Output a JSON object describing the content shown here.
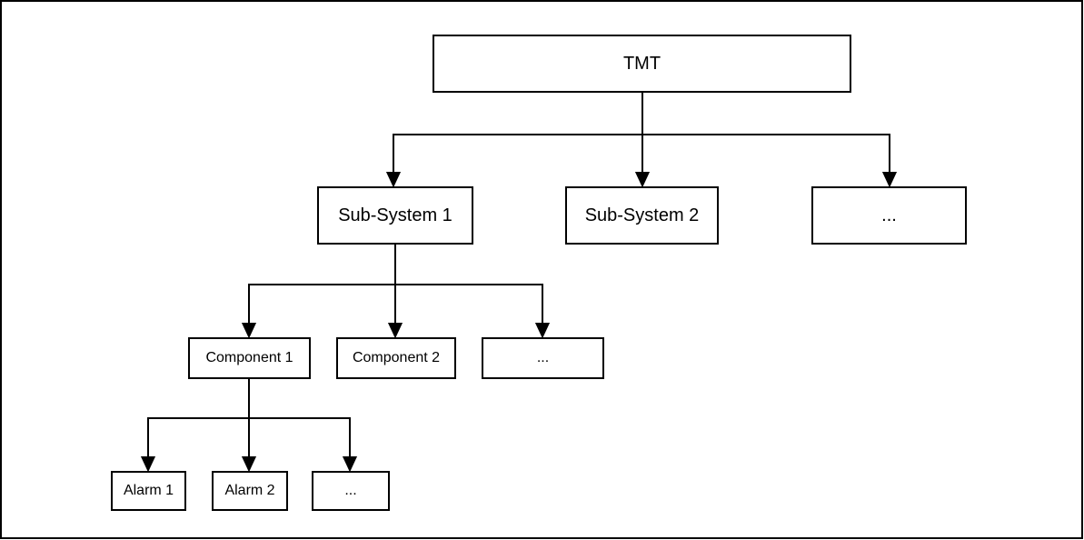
{
  "diagram": {
    "nodes": {
      "tmt": {
        "label": "TMT"
      },
      "subsystem_1": {
        "label": "Sub-System 1"
      },
      "subsystem_2": {
        "label": "Sub-System 2"
      },
      "subsystem_more": {
        "label": "..."
      },
      "component_1": {
        "label": "Component 1"
      },
      "component_2": {
        "label": "Component 2"
      },
      "component_more": {
        "label": "..."
      },
      "alarm_1": {
        "label": "Alarm 1"
      },
      "alarm_2": {
        "label": "Alarm 2"
      },
      "alarm_more": {
        "label": "..."
      }
    },
    "edges": [
      {
        "from": "tmt",
        "to": "subsystem_1"
      },
      {
        "from": "tmt",
        "to": "subsystem_2"
      },
      {
        "from": "tmt",
        "to": "subsystem_more"
      },
      {
        "from": "subsystem_1",
        "to": "component_1"
      },
      {
        "from": "subsystem_1",
        "to": "component_2"
      },
      {
        "from": "subsystem_1",
        "to": "component_more"
      },
      {
        "from": "component_1",
        "to": "alarm_1"
      },
      {
        "from": "component_1",
        "to": "alarm_2"
      },
      {
        "from": "component_1",
        "to": "alarm_more"
      }
    ],
    "colors": {
      "line": "#000000",
      "box_border": "#000000",
      "box_fill": "#ffffff",
      "background": "#ffffff",
      "text": "#000000"
    }
  }
}
